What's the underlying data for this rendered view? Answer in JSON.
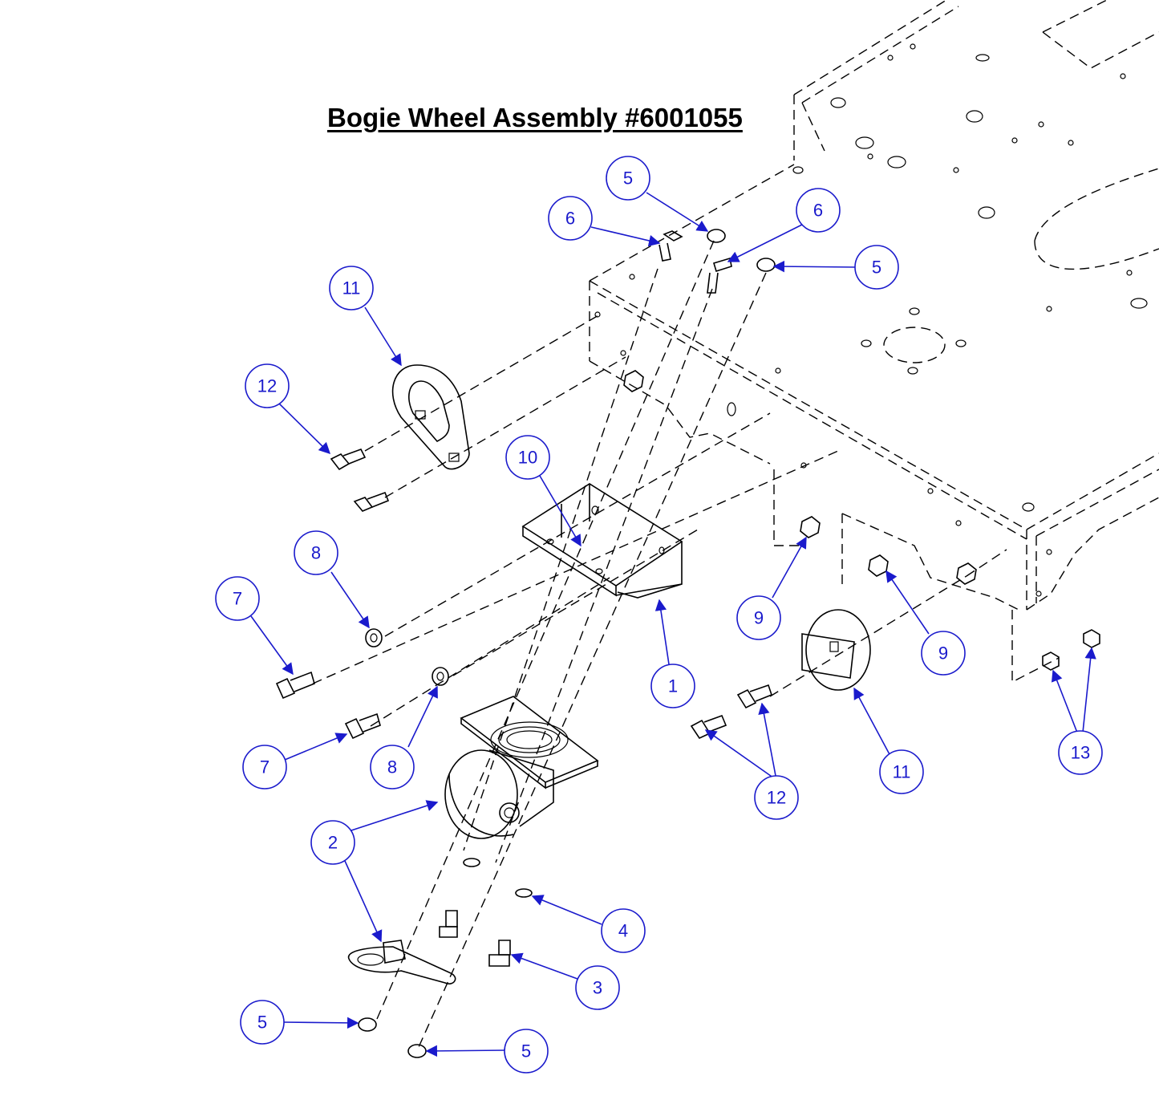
{
  "title": "Bogie Wheel Assembly #6001055",
  "colors": {
    "callout": "#1a1acc",
    "linework": "#000000",
    "background": "#ffffff"
  },
  "callouts": [
    {
      "id": "c5a",
      "label": "5"
    },
    {
      "id": "c6a",
      "label": "6"
    },
    {
      "id": "c6b",
      "label": "6"
    },
    {
      "id": "c5b",
      "label": "5"
    },
    {
      "id": "c11a",
      "label": "11"
    },
    {
      "id": "c12a",
      "label": "12"
    },
    {
      "id": "c10",
      "label": "10"
    },
    {
      "id": "c8a",
      "label": "8"
    },
    {
      "id": "c7a",
      "label": "7"
    },
    {
      "id": "c9a",
      "label": "9"
    },
    {
      "id": "c9b",
      "label": "9"
    },
    {
      "id": "c1",
      "label": "1"
    },
    {
      "id": "c7b",
      "label": "7"
    },
    {
      "id": "c8b",
      "label": "8"
    },
    {
      "id": "c12b",
      "label": "12"
    },
    {
      "id": "c11b",
      "label": "11"
    },
    {
      "id": "c13",
      "label": "13"
    },
    {
      "id": "c2",
      "label": "2"
    },
    {
      "id": "c4",
      "label": "4"
    },
    {
      "id": "c3",
      "label": "3"
    },
    {
      "id": "c5c",
      "label": "5"
    },
    {
      "id": "c5d",
      "label": "5"
    }
  ]
}
